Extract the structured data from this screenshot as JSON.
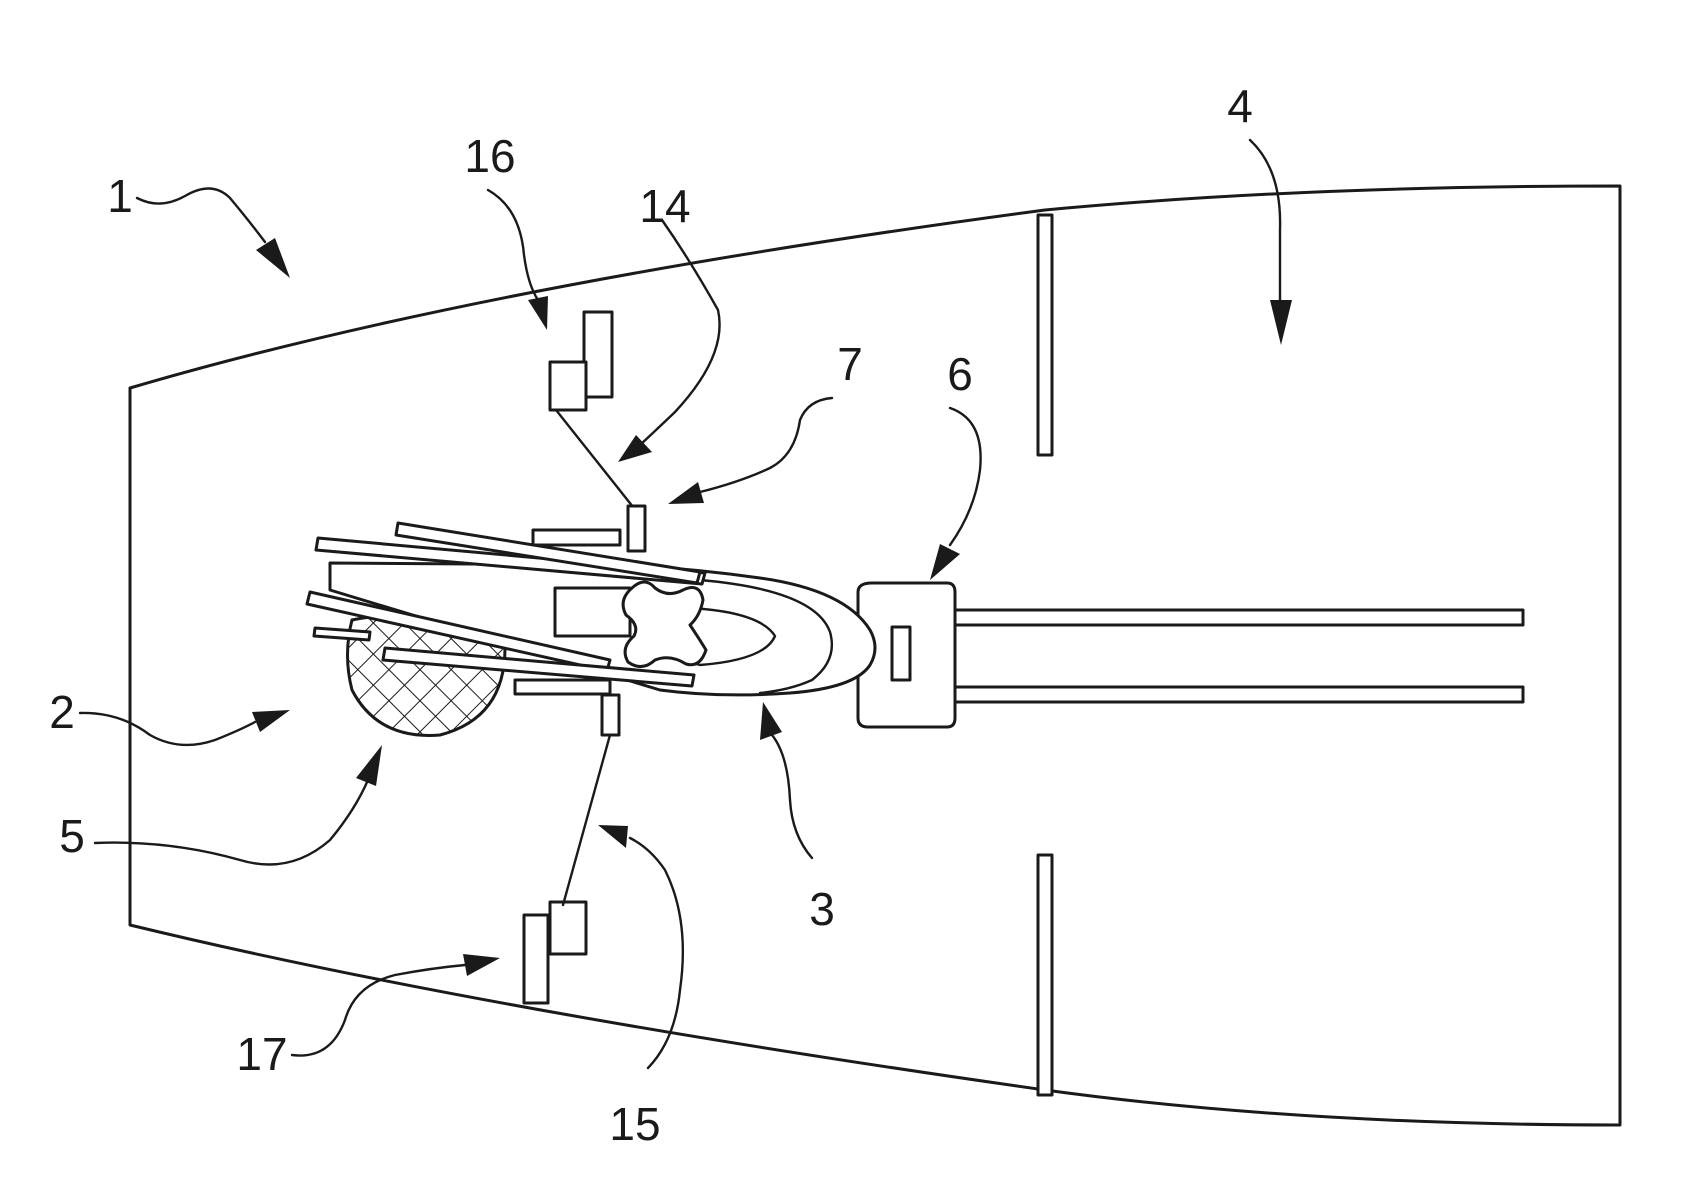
{
  "labels": {
    "l1": "1",
    "l2": "2",
    "l3": "3",
    "l4": "4",
    "l5": "5",
    "l6": "6",
    "l7": "7",
    "l14": "14",
    "l15": "15",
    "l16": "16",
    "l17": "17"
  },
  "colors": {
    "ink": "#1a1a1a",
    "paper": "#ffffff"
  }
}
